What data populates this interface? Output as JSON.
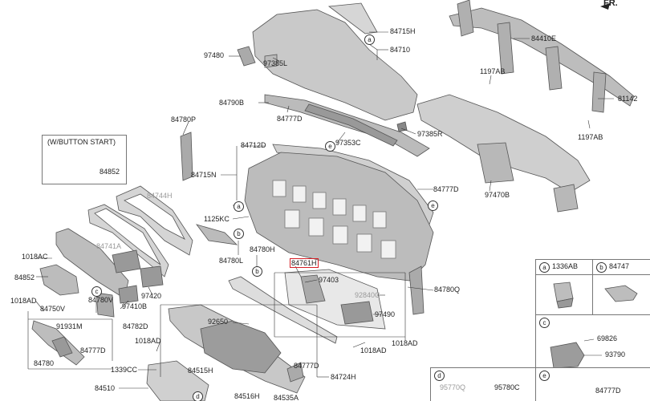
{
  "diagram": {
    "corner_label": "FR.",
    "variant_note": "(W/BUTTON START)",
    "labels": {
      "p84715H": "84715H",
      "p84710": "84710",
      "p97480": "97480",
      "p97385L": "97385L",
      "p84410E": "84410E",
      "p1197AB_top": "1197AB",
      "p81142": "81142",
      "p1197AB_right": "1197AB",
      "p84790B": "84790B",
      "p84777D_a": "84777D",
      "p97353C": "97353C",
      "p97385R": "97385R",
      "p84780P": "84780P",
      "p84712D": "84712D",
      "p84715N": "84715N",
      "p84852_a": "84852",
      "p84744H": "84744H",
      "p97470B": "97470B",
      "p84777D_b": "84777D",
      "p1125KC": "1125KC",
      "p84741A": "84741A",
      "p84780L": "84780L",
      "p84780H": "84780H",
      "p84761H": "84761H",
      "p97403": "97403",
      "p1018AC": "1018AC",
      "p84852_b": "84852",
      "p92840C": "92840C",
      "p84780Q": "84780Q",
      "p84780V": "84780V",
      "p97420": "97420",
      "p1018AD_a": "1018AD",
      "p84750V": "84750V",
      "p97410B": "97410B",
      "p97490": "97490",
      "p91931M": "91931M",
      "p84782D": "84782D",
      "p84777D_c": "84777D",
      "p92650": "92650",
      "p1018AD_b": "1018AD",
      "p1018AD_c": "1018AD",
      "p84780": "84780",
      "p1339CC": "1339CC",
      "p84515H": "84515H",
      "p84777D_d": "84777D",
      "p84724H": "84724H",
      "p84510": "84510",
      "p84516H": "84516H",
      "p84535A": "84535A",
      "p95770Q": "95770Q",
      "p95780C": "95780C",
      "p84777D_e": "84777D"
    },
    "callouts": {
      "a1": "a",
      "a2": "a",
      "b1": "b",
      "b2": "b",
      "c1": "c",
      "d1": "d",
      "e1": "e",
      "e2": "e"
    },
    "legend": {
      "a": {
        "key": "a",
        "part": "1336AB"
      },
      "b": {
        "key": "b",
        "part": "84747"
      },
      "c": {
        "key": "c",
        "part1": "69826",
        "part2": "93790"
      },
      "d": {
        "key": "d"
      },
      "e": {
        "key": "e"
      }
    }
  },
  "colors": {
    "highlight": "#d61f26",
    "part_fill": "#c9c9c9",
    "part_stroke": "#555555",
    "leader": "#333333"
  }
}
